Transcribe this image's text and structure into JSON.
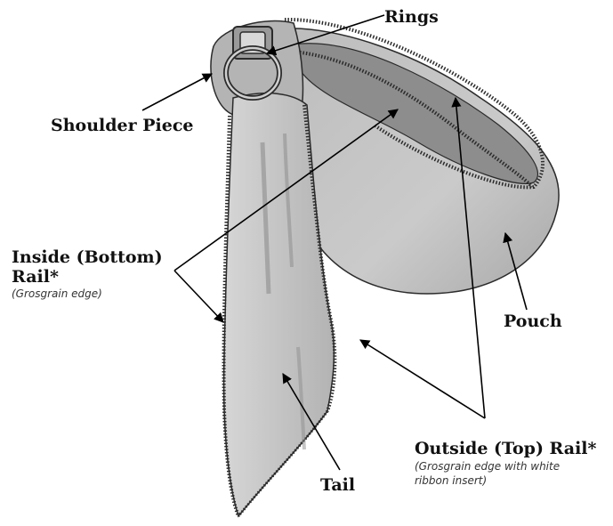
{
  "labels": {
    "rings": "Rings",
    "shoulder_piece": "Shoulder Piece",
    "inside_rail_line1": "Inside (Bottom)",
    "inside_rail_line2": "Rail*",
    "inside_rail_note": "(Grosgrain edge)",
    "pouch": "Pouch",
    "outside_rail": "Outside (Top) Rail*",
    "outside_rail_note_line1": "(Grosgrain edge with white",
    "outside_rail_note_line2": "ribbon insert)",
    "tail": "Tail"
  },
  "colors": {
    "fabric_light": "#cfcfcf",
    "fabric_mid": "#a9a9a9",
    "fabric_dark": "#7d7d7d",
    "edge": "#2b2b2b",
    "arrow": "#000000"
  }
}
